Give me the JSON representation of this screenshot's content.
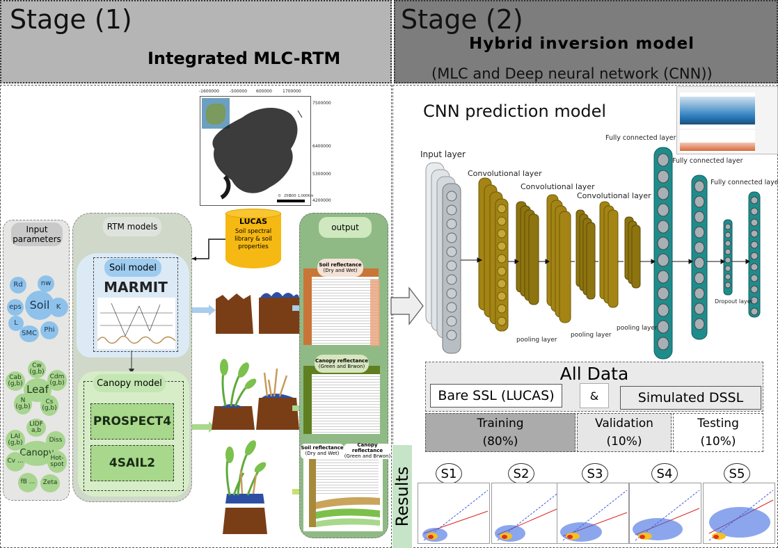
{
  "stage1": {
    "title": "Stage (1)",
    "subtitle": "Integrated MLC-RTM"
  },
  "stage2": {
    "title": "Stage (2)",
    "subtitle": "Hybrid inversion model",
    "subtitle2": "(MLC and Deep neural network (CNN))"
  },
  "map": {
    "xticks": [
      "-1600000",
      "-500000",
      "600000",
      "1700000"
    ],
    "yticks": [
      "7500000",
      "6400000",
      "5300000",
      "4200000"
    ],
    "scale": [
      "0",
      "250",
      "500",
      "1,000Km"
    ]
  },
  "lucas": {
    "title": "LUCAS",
    "text": "Soil spectral library & soil properties"
  },
  "input": {
    "title": "Input parameters",
    "soil_label": "Soil",
    "soil_params": [
      "Rd",
      "nw",
      "eps",
      "K",
      "L",
      "SMC",
      "Phi"
    ],
    "leaf_label": "Leaf",
    "leaf_params": [
      "Cw (g,b)",
      "Cab (g,b)",
      "Cdm (g,b)",
      "N (g,b)",
      "Cs (g,b)"
    ],
    "canopy_label": "Canopy",
    "canopy_params": [
      "LIDF a,b",
      "LAI (g,b)",
      "Diss",
      "Cv ...",
      "Hot-spot",
      "fB ...",
      "Zeta"
    ]
  },
  "rtm": {
    "title": "RTM models",
    "soil_model": "Soil model",
    "marmit": "MARMIT",
    "canopy_model": "Canopy model",
    "prospect": "PROSPECT4",
    "sail": "4SAIL2"
  },
  "output": {
    "title": "output",
    "soil_refl": "Soil reflectance",
    "soil_refl_sub": "(Dry and Wet)",
    "canopy_refl": "Canopy reflectance",
    "canopy_refl_sub": "(Green and Brwon)",
    "mix_soil": "Soil reflectance",
    "mix_soil_sub": "(Dry and Wet)",
    "mix_canopy": "Canopy reflectance",
    "mix_canopy_sub": "(Green and Brwon)"
  },
  "cnn": {
    "title": "CNN prediction model",
    "layers": [
      "Input layer",
      "Convolutional layer",
      "Convolutional layer",
      "Convolutional layer",
      "pooling layer",
      "pooling layer",
      "pooling layer",
      "Fully connected layer",
      "Fully connected layer",
      "Fully connected layer",
      "Dropout layer"
    ]
  },
  "data": {
    "all": "All Data",
    "bare": "Bare SSL (LUCAS)",
    "amp": "&",
    "sim": "Simulated DSSL",
    "training": "Training",
    "training_pct": "(80%)",
    "validation": "Validation",
    "validation_pct": "(10%)",
    "testing": "Testing",
    "testing_pct": "(10%)"
  },
  "results": {
    "label": "Results",
    "scenarios": [
      "S1",
      "S2",
      "S3",
      "S4",
      "S5"
    ]
  },
  "colors": {
    "soil_brown": "#7a3e17",
    "olive": "#a38414",
    "teal": "#1f8c8c",
    "gray_node": "#b8bfc4"
  }
}
